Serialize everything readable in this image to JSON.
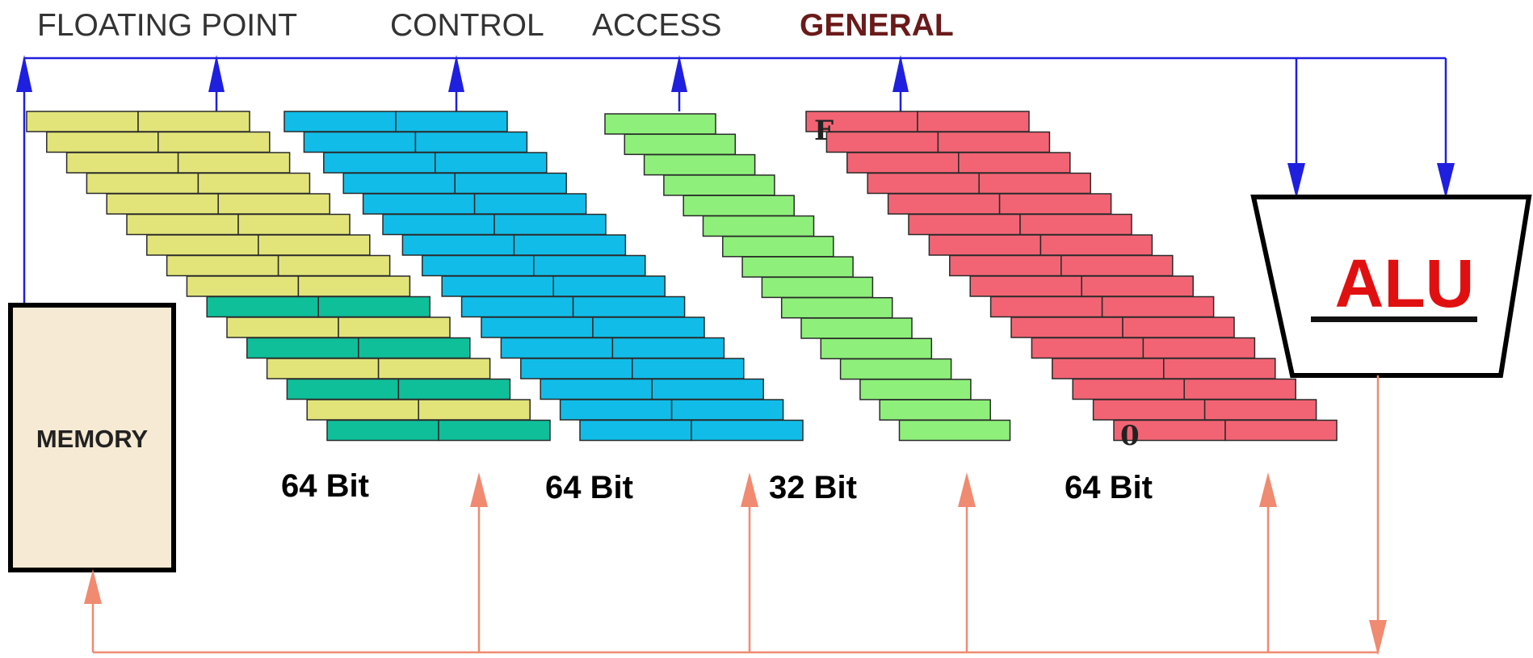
{
  "labels": {
    "floating_point": "FLOATING POINT",
    "control": "CONTROL",
    "access": "ACCESS",
    "general": "GENERAL",
    "fp_bits": "64 Bit",
    "control_bits": "64 Bit",
    "access_bits": "32 Bit",
    "general_bits": "64 Bit",
    "memory": "MEMORY",
    "alu": "ALU",
    "general_top_mark": "F",
    "general_bottom_mark": "0"
  },
  "colors": {
    "bus_out": "#1f1fe0",
    "bus_in": "#f08a70",
    "section_text": "#333333",
    "general_text": "#6b1a1a",
    "alu_text": "#e11010",
    "fp_register": "#e2e47a",
    "fp_register_dark": "#0fbf9a",
    "control_register": "#11bde8",
    "access_register": "#8ef07a",
    "general_register": "#f26474",
    "memory_fill": "#f6ead4"
  },
  "banks": [
    {
      "name": "floating-point-registers",
      "rows": 16,
      "fields": 2
    },
    {
      "name": "control-registers",
      "rows": 16,
      "fields": 2
    },
    {
      "name": "access-registers",
      "rows": 16,
      "fields": 1
    },
    {
      "name": "general-registers",
      "rows": 16,
      "fields": 2
    }
  ]
}
